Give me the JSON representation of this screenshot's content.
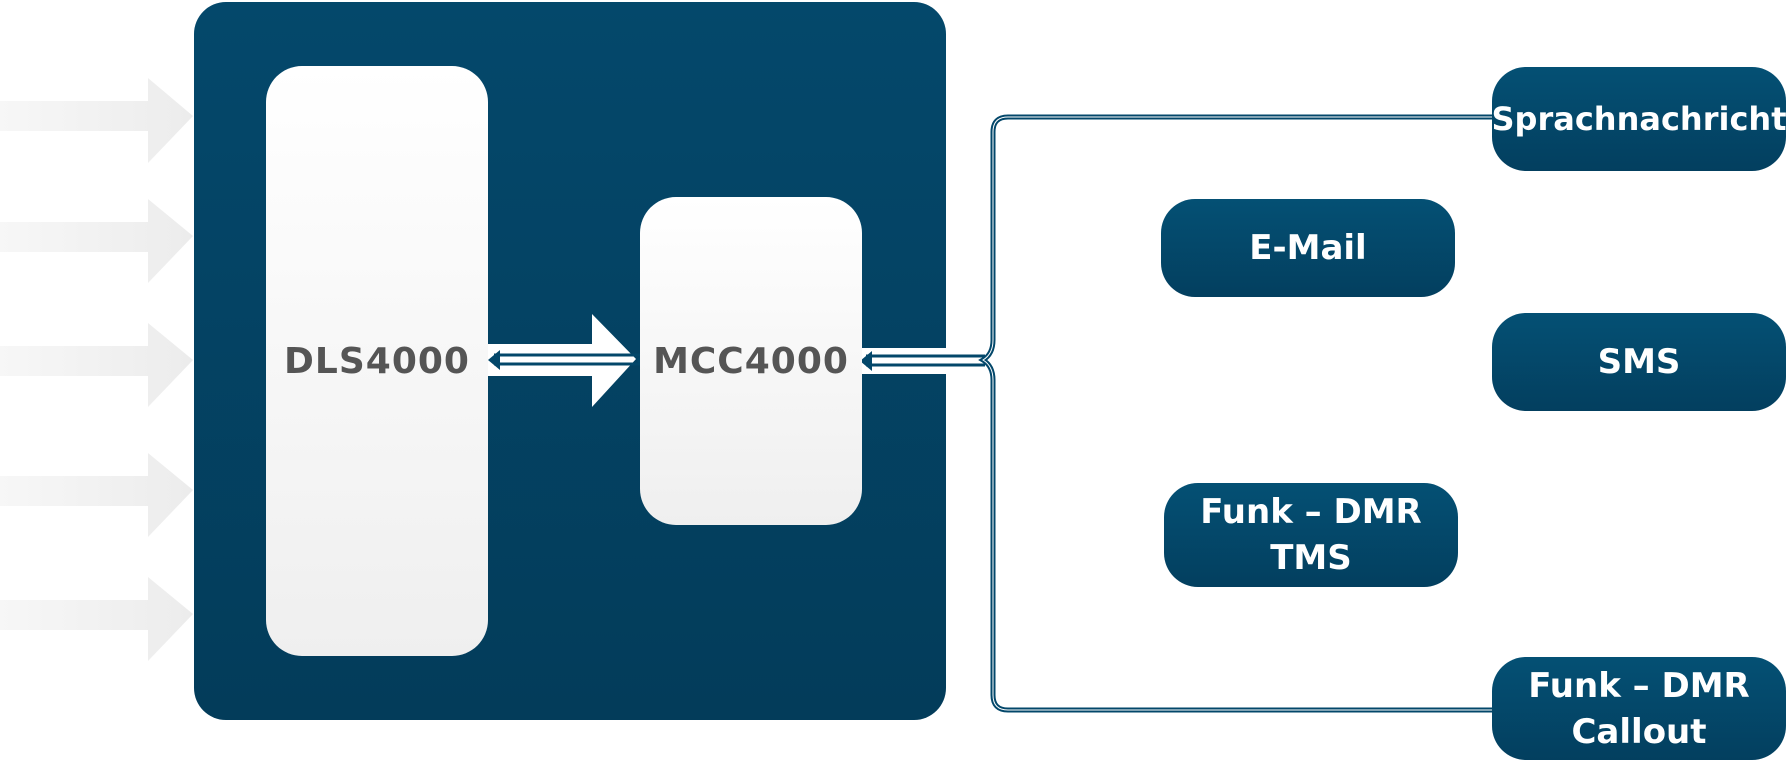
{
  "colors": {
    "primary": "#03476a",
    "module_text": "#555555",
    "output_text": "#ffffff",
    "input_arrow": "#f3f3f3"
  },
  "system": {
    "dls_label": "DLS4000",
    "mcc_label": "MCC4000"
  },
  "outputs": {
    "sprachnachricht": "Sprachnachricht",
    "email": "E-Mail",
    "sms": "SMS",
    "funk_tms": [
      "Funk – DMR",
      "TMS"
    ],
    "funk_callout": [
      "Funk – DMR",
      "Callout"
    ]
  }
}
